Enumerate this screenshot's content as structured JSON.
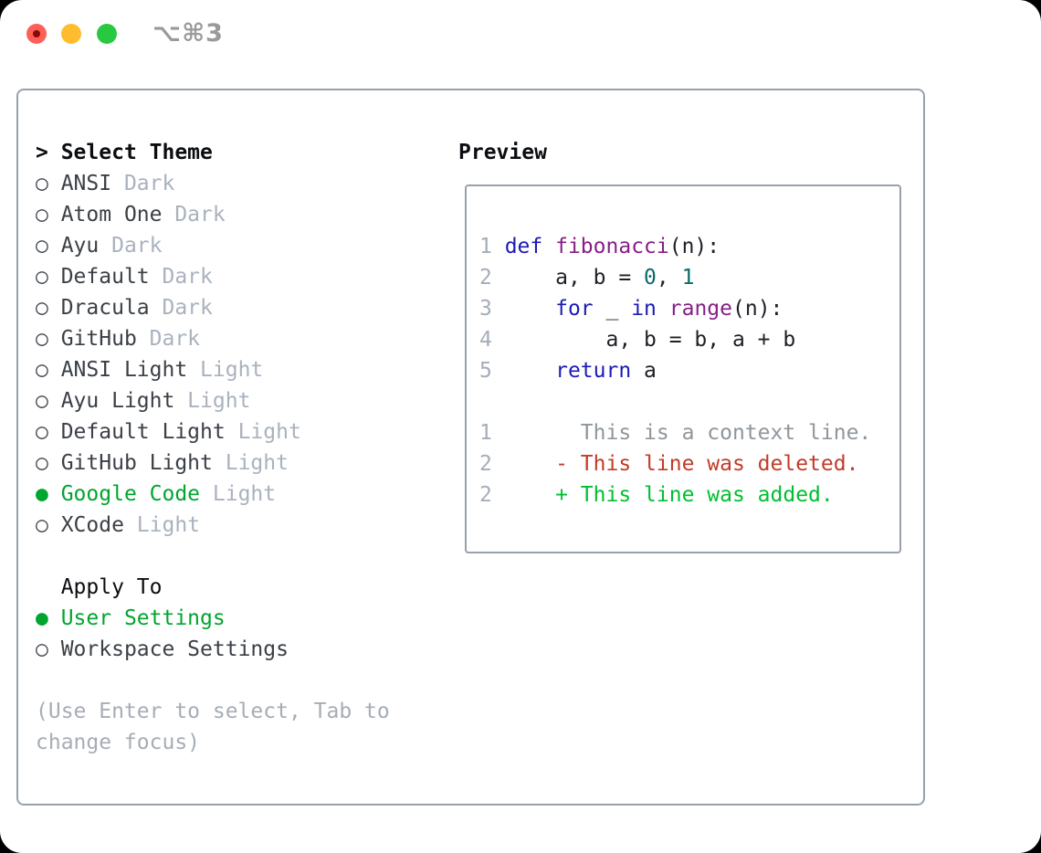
{
  "window": {
    "shortcut_label": "⌥⌘3",
    "traffic_lights": [
      "close",
      "minimize",
      "zoom"
    ]
  },
  "colors": {
    "tl_red": "#ff5f57",
    "tl_red_dot": "#850b04",
    "tl_yellow": "#febc2e",
    "tl_green": "#28c840",
    "shortcut": "#9a9a9a",
    "border": "#98a1ab",
    "heading": "#0b0d10",
    "text_dark": "#3b4047",
    "circle": "#42474e",
    "muted": "#a9b2bd",
    "hint": "#a6adb6",
    "accent_green": "#00a52f",
    "lineno": "#a4adb9",
    "code_plain": "#1d2025",
    "kwd": "#1b1bb3",
    "fun": "#871f87",
    "lit": "#0a6a6a",
    "ctx": "#8f969c",
    "del": "#c23b28",
    "add": "#00bf33"
  },
  "theme_panel": {
    "title_prefix": ">",
    "title": "Select Theme",
    "themes": [
      {
        "label": "ANSI",
        "variant": "Dark",
        "selected": false
      },
      {
        "label": "Atom One",
        "variant": "Dark",
        "selected": false
      },
      {
        "label": "Ayu",
        "variant": "Dark",
        "selected": false
      },
      {
        "label": "Default",
        "variant": "Dark",
        "selected": false
      },
      {
        "label": "Dracula",
        "variant": "Dark",
        "selected": false
      },
      {
        "label": "GitHub",
        "variant": "Dark",
        "selected": false
      },
      {
        "label": "ANSI Light",
        "variant": "Light",
        "selected": false
      },
      {
        "label": "Ayu Light",
        "variant": "Light",
        "selected": false
      },
      {
        "label": "Default Light",
        "variant": "Light",
        "selected": false
      },
      {
        "label": "GitHub Light",
        "variant": "Light",
        "selected": false
      },
      {
        "label": "Google Code",
        "variant": "Light",
        "selected": true
      },
      {
        "label": "XCode",
        "variant": "Light",
        "selected": false
      }
    ],
    "radio_glyph_unselected": "○",
    "radio_glyph_selected": "●",
    "apply_to": {
      "title": "Apply To",
      "options": [
        {
          "label": "User Settings",
          "selected": true
        },
        {
          "label": "Workspace Settings",
          "selected": false
        }
      ]
    },
    "hint_lines": [
      "(Use Enter to select, Tab to",
      "change focus)"
    ]
  },
  "preview": {
    "title": "Preview",
    "code_lines": [
      [
        {
          "t": "1 ",
          "c": "num"
        },
        {
          "t": "def",
          "c": "kwd"
        },
        {
          "t": " ",
          "c": "pln"
        },
        {
          "t": "fibonacci",
          "c": "fun"
        },
        {
          "t": "(n):",
          "c": "pln"
        }
      ],
      [
        {
          "t": "2 ",
          "c": "num"
        },
        {
          "t": "    a, b = ",
          "c": "pln"
        },
        {
          "t": "0",
          "c": "lit"
        },
        {
          "t": ", ",
          "c": "pln"
        },
        {
          "t": "1",
          "c": "lit"
        }
      ],
      [
        {
          "t": "3 ",
          "c": "num"
        },
        {
          "t": "    ",
          "c": "pln"
        },
        {
          "t": "for",
          "c": "kwd"
        },
        {
          "t": " _ ",
          "c": "pln"
        },
        {
          "t": "in",
          "c": "kwd"
        },
        {
          "t": " ",
          "c": "pln"
        },
        {
          "t": "range",
          "c": "fun"
        },
        {
          "t": "(n):",
          "c": "pln"
        }
      ],
      [
        {
          "t": "4 ",
          "c": "num"
        },
        {
          "t": "        a, b = b, a + b",
          "c": "pln"
        }
      ],
      [
        {
          "t": "5 ",
          "c": "num"
        },
        {
          "t": "    ",
          "c": "pln"
        },
        {
          "t": "return",
          "c": "kwd"
        },
        {
          "t": " a",
          "c": "pln"
        }
      ],
      [],
      [
        {
          "t": "1",
          "c": "num"
        },
        {
          "t": "       ",
          "c": "pln"
        },
        {
          "t": "This is a context line.",
          "c": "ctx"
        }
      ],
      [
        {
          "t": "2",
          "c": "num"
        },
        {
          "t": "     ",
          "c": "pln"
        },
        {
          "t": "- This line was deleted.",
          "c": "del"
        }
      ],
      [
        {
          "t": "2",
          "c": "num"
        },
        {
          "t": "     ",
          "c": "pln"
        },
        {
          "t": "+ This line was added.",
          "c": "add"
        }
      ]
    ]
  }
}
